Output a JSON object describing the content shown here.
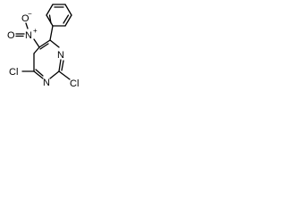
{
  "structure": {
    "atoms": [
      {
        "id": "n1",
        "symbol": "N"
      },
      {
        "id": "n3",
        "symbol": "N"
      },
      {
        "id": "no2_n",
        "symbol": "N"
      },
      {
        "id": "no2_o1",
        "symbol": "O"
      },
      {
        "id": "no2_o2",
        "symbol": "O"
      },
      {
        "id": "cl_2",
        "symbol": "Cl"
      },
      {
        "id": "cl_4",
        "symbol": "Cl"
      }
    ],
    "charges": {
      "nitro_n": "+",
      "nitro_o": "−"
    }
  }
}
